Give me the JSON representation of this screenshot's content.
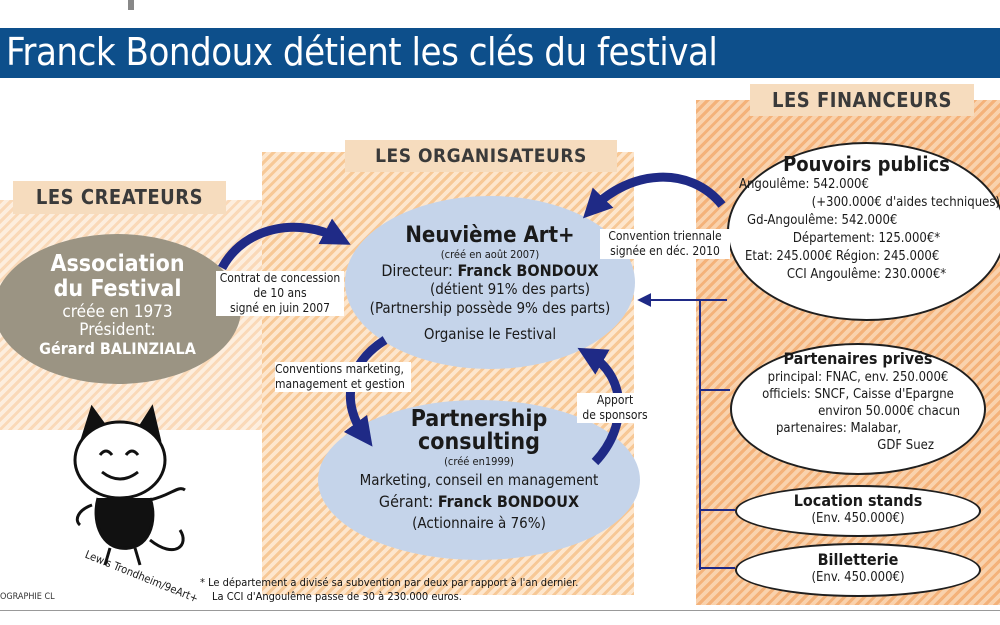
{
  "title": "Franck Bondoux détient les clés du festival",
  "labels": {
    "createurs": "LES CREATEURS",
    "organisateurs": "LES ORGANISATEURS",
    "financeurs": "LES FINANCEURS"
  },
  "association": {
    "name1": "Association",
    "name2": "du Festival",
    "created": "créée en 1973",
    "president_label": "Président:",
    "president": "Gérard BALINZIALA"
  },
  "neuvieme": {
    "name": "Neuvième Art+",
    "created": "(créé en août 2007)",
    "director_label": "Directeur:",
    "director": "Franck BONDOUX",
    "parts1": "(détient 91% des parts)",
    "parts2": "(Partnership possède 9% des parts)",
    "role": "Organise le Festival"
  },
  "partnership": {
    "name1": "Partnership",
    "name2": "consulting",
    "created": "(créé en1999)",
    "activity": "Marketing, conseil en management",
    "manager_label": "Gérant:",
    "manager": "Franck BONDOUX",
    "share": "(Actionnaire à 76%)"
  },
  "arrow_labels": {
    "contrat": [
      "Contrat de concession",
      "de 10 ans",
      "signé en juin 2007"
    ],
    "convention": [
      "Convention triennale",
      "signée en déc. 2010"
    ],
    "conventions_mkt": [
      "Conventions marketing,",
      "management et gestion"
    ],
    "apport": [
      "Apport",
      "de sponsors"
    ]
  },
  "pouvoirs_publics": {
    "title": "Pouvoirs publics",
    "lines": [
      "Angoulême: 542.000€",
      "(+300.000€ d'aides techniques)",
      "Gd-Angoulême: 542.000€",
      "Département: 125.000€*",
      "Etat: 245.000€  Région: 245.000€",
      "CCI Angoulême: 230.000€*"
    ]
  },
  "partenaires": {
    "title": "Partenaires privés",
    "lines": [
      "principal: FNAC, env. 250.000€",
      "officiels: SNCF, Caisse d'Epargne",
      "environ 50.000€ chacun",
      "partenaires: Malabar,",
      "GDF Suez"
    ]
  },
  "location": {
    "title": "Location stands",
    "amount": "(Env. 450.000€)"
  },
  "billetterie": {
    "title": "Billetterie",
    "amount": "(Env. 450.000€)"
  },
  "footnote": [
    "* Le département a divisé sa subvention par deux par rapport à l'an dernier.",
    "La CCI d'Angoulême passe de 30 à 230.000 euros."
  ],
  "illustration_caption": "Lewis Trondheim/9eArt+",
  "credit": "OGRAPHIE CL",
  "colors": {
    "title_bar": "#0d4f8b",
    "arrow": "#1f2a86",
    "blue_oval": "#c5d4ea",
    "assoc_oval": "#9b9483"
  }
}
